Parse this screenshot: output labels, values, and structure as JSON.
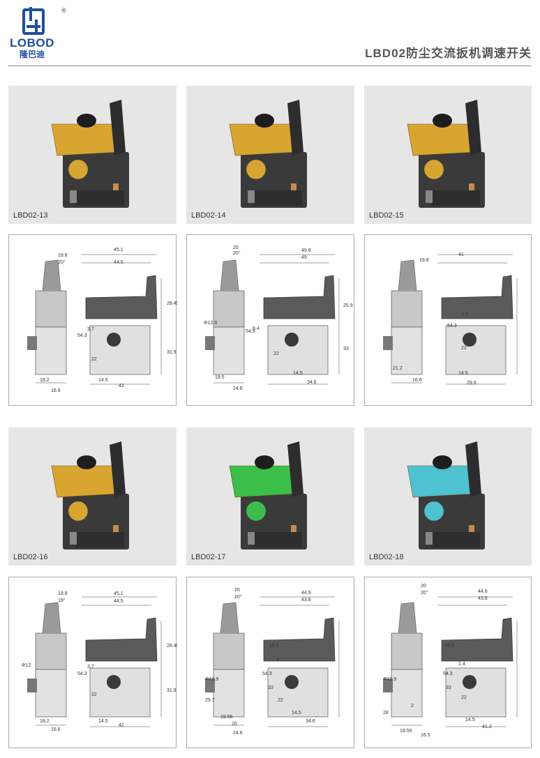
{
  "brand": {
    "name": "LOBOD",
    "cn": "隆巴迪",
    "reg": "®"
  },
  "title": "LBD02防尘交流扳机调速开关",
  "products": [
    {
      "model": "LBD02-13",
      "body": "#d9a531"
    },
    {
      "model": "LBD02-14",
      "body": "#d9a531"
    },
    {
      "model": "LBD02-15",
      "body": "#d9a531"
    },
    {
      "model": "LBD02-16",
      "body": "#d9a531"
    },
    {
      "model": "LBD02-17",
      "body": "#3cbf4a"
    },
    {
      "model": "LBD02-18",
      "body": "#4ec2d0"
    }
  ],
  "drawings": [
    {
      "dims": [
        "19.8",
        "20°",
        "45.1",
        "44.5",
        "28.45",
        "3.7",
        "54.3",
        "31.9",
        "22",
        "18.2",
        "16.6",
        "14.5",
        "42"
      ]
    },
    {
      "dims": [
        "20",
        "20°",
        "49.8",
        "49",
        "Φ12.8",
        "25.9",
        "8.4",
        "54.9",
        "33",
        "22",
        "19.5",
        "24.6",
        "14.5",
        "34.6"
      ]
    },
    {
      "dims": [
        "19.8",
        "41",
        "5.7",
        "54.3",
        "22",
        "21.2",
        "16.6",
        "14.5",
        "29.6"
      ]
    },
    {
      "dims": [
        "19.8",
        "19°",
        "45.1",
        "44.5",
        "28.45",
        "Φ12",
        "3.7",
        "54.3",
        "31.9",
        "22",
        "18.2",
        "16.6",
        "14.5",
        "42"
      ]
    },
    {
      "dims": [
        "20",
        "20°",
        "44.9",
        "43.8",
        "16.5",
        "4",
        "Φ12.9",
        "54.3",
        "29.7",
        "33",
        "22",
        "19.55",
        "20",
        "24.6",
        "14.5",
        "34.6"
      ]
    },
    {
      "dims": [
        "20",
        "20°",
        "44.6",
        "43.8",
        "16.5",
        "1.4",
        "Φ12.9",
        "54.3",
        "33",
        "22",
        "28",
        "2",
        "19.55",
        "16.5",
        "14.5",
        "41.2"
      ]
    }
  ]
}
